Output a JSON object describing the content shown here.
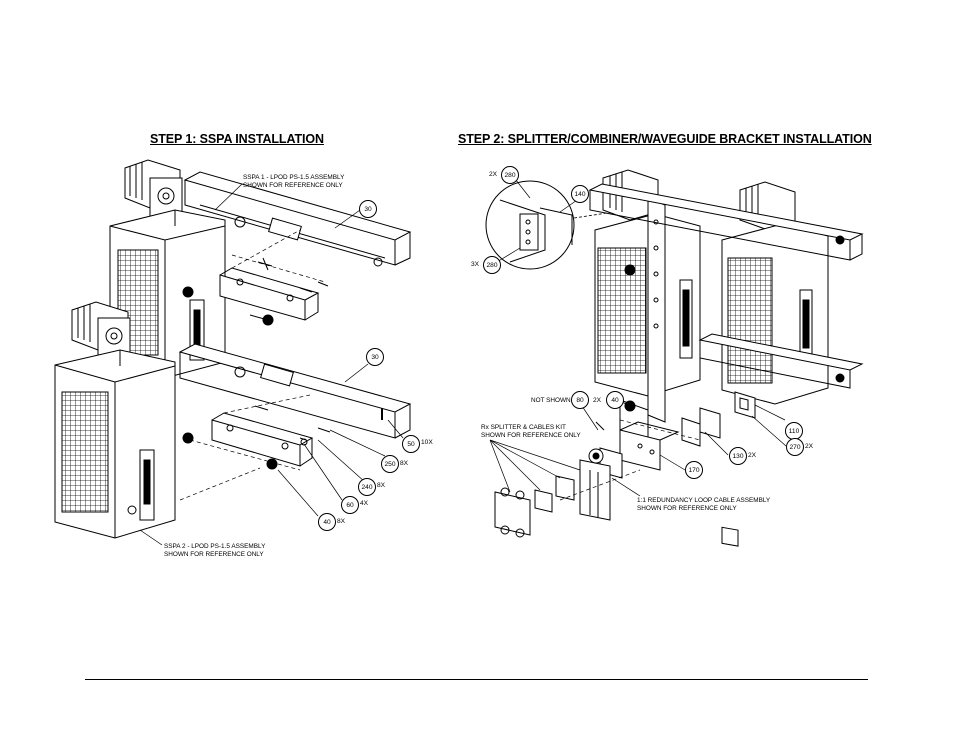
{
  "step1": {
    "title": "STEP 1: SSPA INSTALLATION",
    "note_top": [
      "SSPA 1 - LPOD PS-1.5 ASSEMBLY",
      "SHOWN FOR REFERENCE ONLY"
    ],
    "note_bottom": [
      "SSPA 2 - LPOD PS-1.5 ASSEMBLY",
      "SHOWN FOR REFERENCE ONLY"
    ],
    "callouts": [
      {
        "item": "30",
        "qty": ""
      },
      {
        "item": "30",
        "qty": ""
      },
      {
        "item": "50",
        "qty": "10X"
      },
      {
        "item": "250",
        "qty": "8X"
      },
      {
        "item": "240",
        "qty": "8X"
      },
      {
        "item": "60",
        "qty": "4X"
      },
      {
        "item": "40",
        "qty": "8X"
      }
    ]
  },
  "step2": {
    "title": "STEP 2: SPLITTER/COMBINER/WAVEGUIDE BRACKET INSTALLATION",
    "not_shown": "NOT SHOWN",
    "rx_note": [
      "Rx SPLITTER & CABLES KIT",
      "SHOWN FOR REFERENCE ONLY"
    ],
    "loop_note": [
      "1:1 REDUNDANCY LOOP CABLE ASSEMBLY",
      "SHOWN FOR REFERENCE ONLY"
    ],
    "callouts": [
      {
        "item": "280",
        "qty": "2X"
      },
      {
        "item": "140",
        "qty": ""
      },
      {
        "item": "280",
        "qty": "3X"
      },
      {
        "item": "80",
        "qty": ""
      },
      {
        "item": "40",
        "qty": "2X"
      },
      {
        "item": "110",
        "qty": ""
      },
      {
        "item": "270",
        "qty": "2X"
      },
      {
        "item": "130",
        "qty": "2X"
      },
      {
        "item": "170",
        "qty": ""
      }
    ]
  }
}
